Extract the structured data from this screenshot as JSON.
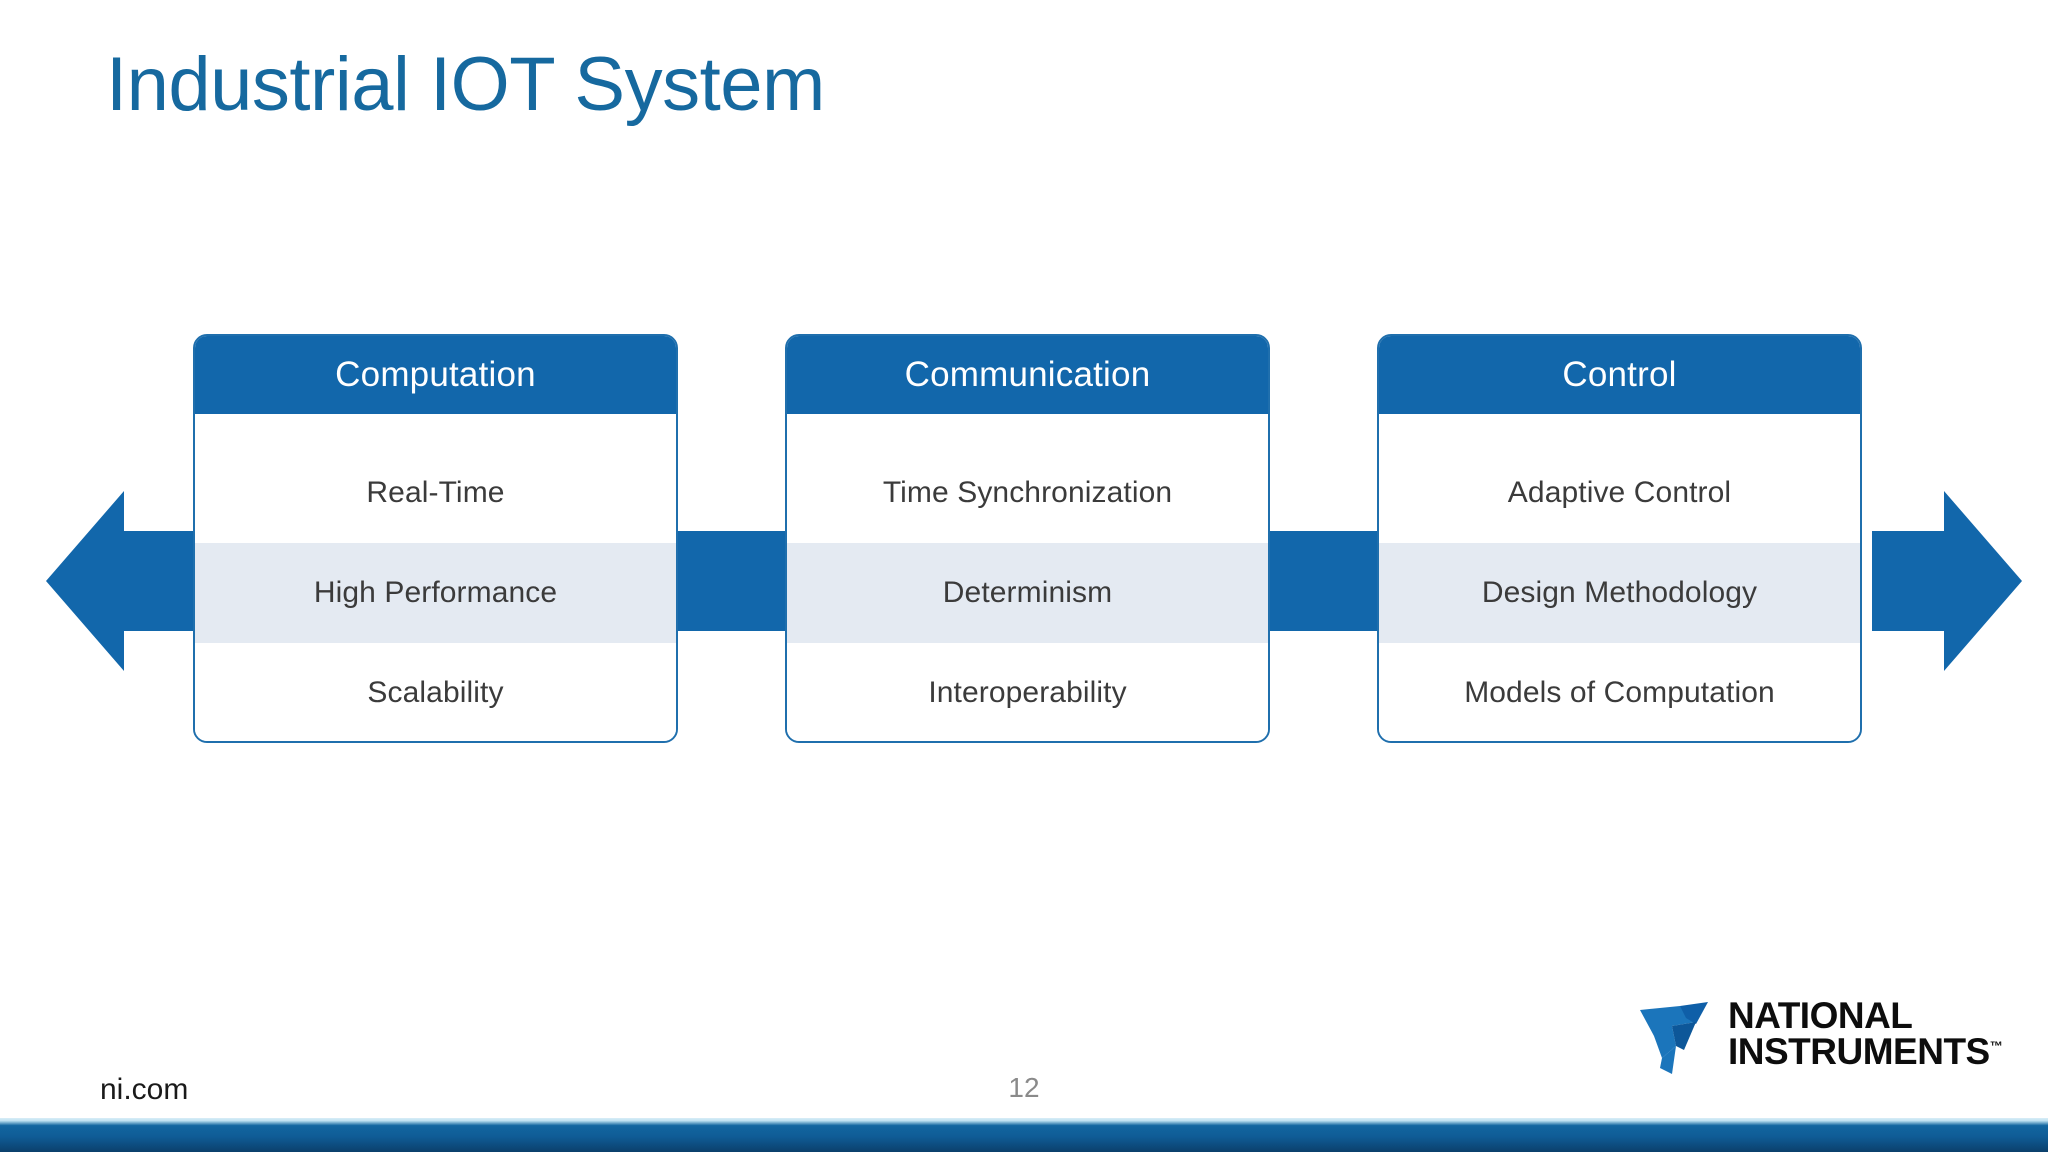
{
  "slide": {
    "title": "Industrial IOT System",
    "page_number": "12",
    "footer_url": "ni.com",
    "colors": {
      "title_blue": "#16699f",
      "header_blue": "#1267ab",
      "arrow_blue": "#1267ab",
      "card_border": "#1f6fad",
      "highlight_band": "#e4eaf2",
      "row_text": "#3b3b3b",
      "page_number_gray": "#8a8a8a",
      "bottom_bar_dark": "#0b3f6b"
    }
  },
  "diagram": {
    "left_arrow_name": "left-arrow",
    "right_arrow_name": "right-arrow",
    "cards": [
      {
        "header": "Computation",
        "rows": [
          "Real-Time",
          "High Performance",
          "Scalability"
        ]
      },
      {
        "header": "Communication",
        "rows": [
          "Time Synchronization",
          "Determinism",
          "Interoperability"
        ]
      },
      {
        "header": "Control",
        "rows": [
          "Adaptive Control",
          "Design Methodology",
          "Models of Computation"
        ]
      }
    ]
  },
  "logo": {
    "line1": "NATIONAL",
    "line2": "INSTRUMENTS",
    "trademark": "™"
  }
}
